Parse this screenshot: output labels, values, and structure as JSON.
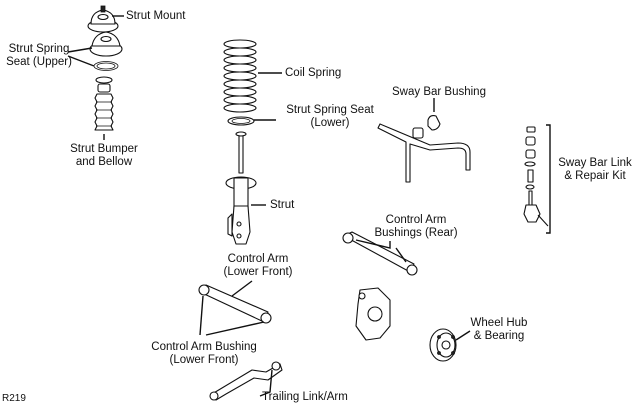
{
  "labels": {
    "strut_mount": "Strut Mount",
    "strut_spring_seat_upper": [
      "Strut Spring",
      "Seat (Upper)"
    ],
    "strut_bumper_bellow": [
      "Strut Bumper",
      "and Bellow"
    ],
    "coil_spring": "Coil Spring",
    "strut_spring_seat_lower": [
      "Strut Spring Seat",
      "(Lower)"
    ],
    "strut": "Strut",
    "sway_bar_bushing": "Sway Bar Bushing",
    "sway_bar_link": [
      "Sway Bar Link",
      "& Repair Kit"
    ],
    "control_arm_bushings_rear": [
      "Control Arm",
      "Bushings (Rear)"
    ],
    "control_arm_lower_front": [
      "Control Arm",
      "(Lower Front)"
    ],
    "control_arm_bushing_lower_front": [
      "Control Arm Bushing",
      "(Lower Front)"
    ],
    "wheel_hub_bearing": [
      "Wheel Hub",
      "& Bearing"
    ],
    "trailing_link_arm": "Trailing Link/Arm",
    "figure_code": "R219"
  }
}
